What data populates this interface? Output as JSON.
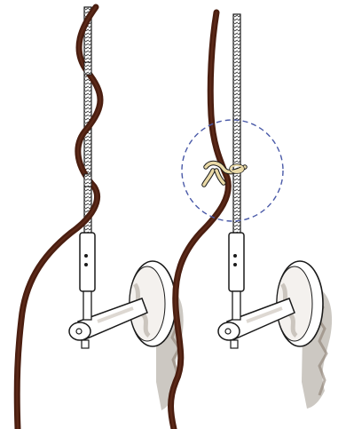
{
  "illustration": {
    "panels": [
      {
        "id": "left",
        "state": "wire-wrapped-around-rod"
      },
      {
        "id": "right",
        "state": "wire-tied-to-rod"
      }
    ],
    "highlight": {
      "style": "dashed-circle",
      "target": "tie-knot"
    }
  },
  "colors": {
    "background": "#ffffff",
    "wire": "#4a1e10",
    "wire_highlight": "#6b3220",
    "rod_outline": "#1a1a1a",
    "rod_fill": "#ffffff",
    "shadow": "#a39a90",
    "knot": "#e9d9a6",
    "dashed_circle": "#4a5aa8"
  },
  "icons": [
    "threaded-rod-icon",
    "wall-bracket-icon",
    "tie-knot-icon"
  ]
}
